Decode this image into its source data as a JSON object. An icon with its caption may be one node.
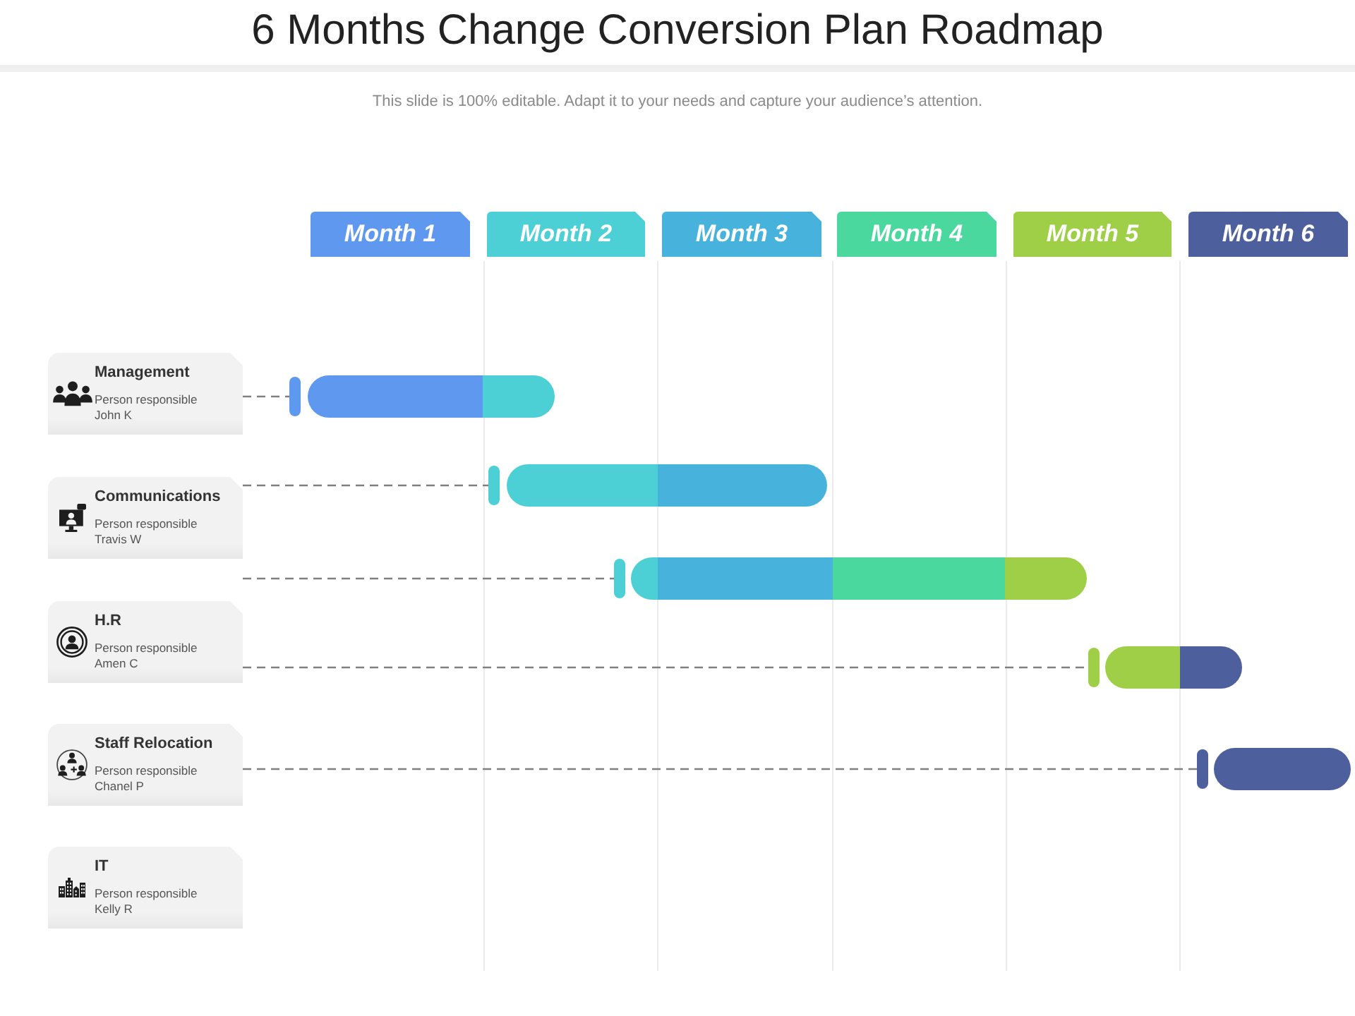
{
  "diagram": {
    "title": "6 Months Change Conversion Plan Roadmap",
    "nodes": [
      {
        "text": [
          "Month 1"
        ]
      },
      {
        "text": [
          "Month 2"
        ]
      },
      {
        "text": [
          "Month 3"
        ]
      },
      {
        "text": [
          "Month 4"
        ]
      },
      {
        "text": [
          "Month 5"
        ]
      },
      {
        "text": [
          "Month 6"
        ]
      },
      {
        "text": [
          "Management",
          "Person responsible John K"
        ]
      },
      {
        "text": [],
        "shape": "bar"
      },
      {
        "text": [
          "Communications",
          "Person responsible Travis W"
        ]
      },
      {
        "text": [],
        "shape": "bar"
      },
      {
        "text": [],
        "shape": "bar"
      },
      {
        "text": [
          "H.R",
          "Person responsible Amen C"
        ]
      },
      {
        "text": [],
        "shape": "bar"
      },
      {
        "text": [
          "Staff Relocation",
          "Person responsible Chanel P"
        ]
      },
      {
        "text": [],
        "shape": "bar"
      },
      {
        "text": [
          "IT",
          "Person responsible Kelly R"
        ]
      }
    ],
    "edges": [
      {
        "from": 6,
        "to": 7,
        "arrow": "none",
        "style": "dashed"
      },
      {
        "from": 8,
        "to": 9,
        "arrow": "none",
        "style": "dashed"
      },
      {
        "from": null,
        "to": 10,
        "arrow": "none",
        "style": "dashed"
      },
      {
        "from": 11,
        "to": 12,
        "arrow": "none",
        "style": "dashed"
      },
      {
        "from": 13,
        "to": 14,
        "arrow": "none",
        "style": "dashed"
      }
    ],
    "labels": [
      "This slide is 100% editable. Adapt it to your needs and capture your audience’s attention."
    ]
  }
}
